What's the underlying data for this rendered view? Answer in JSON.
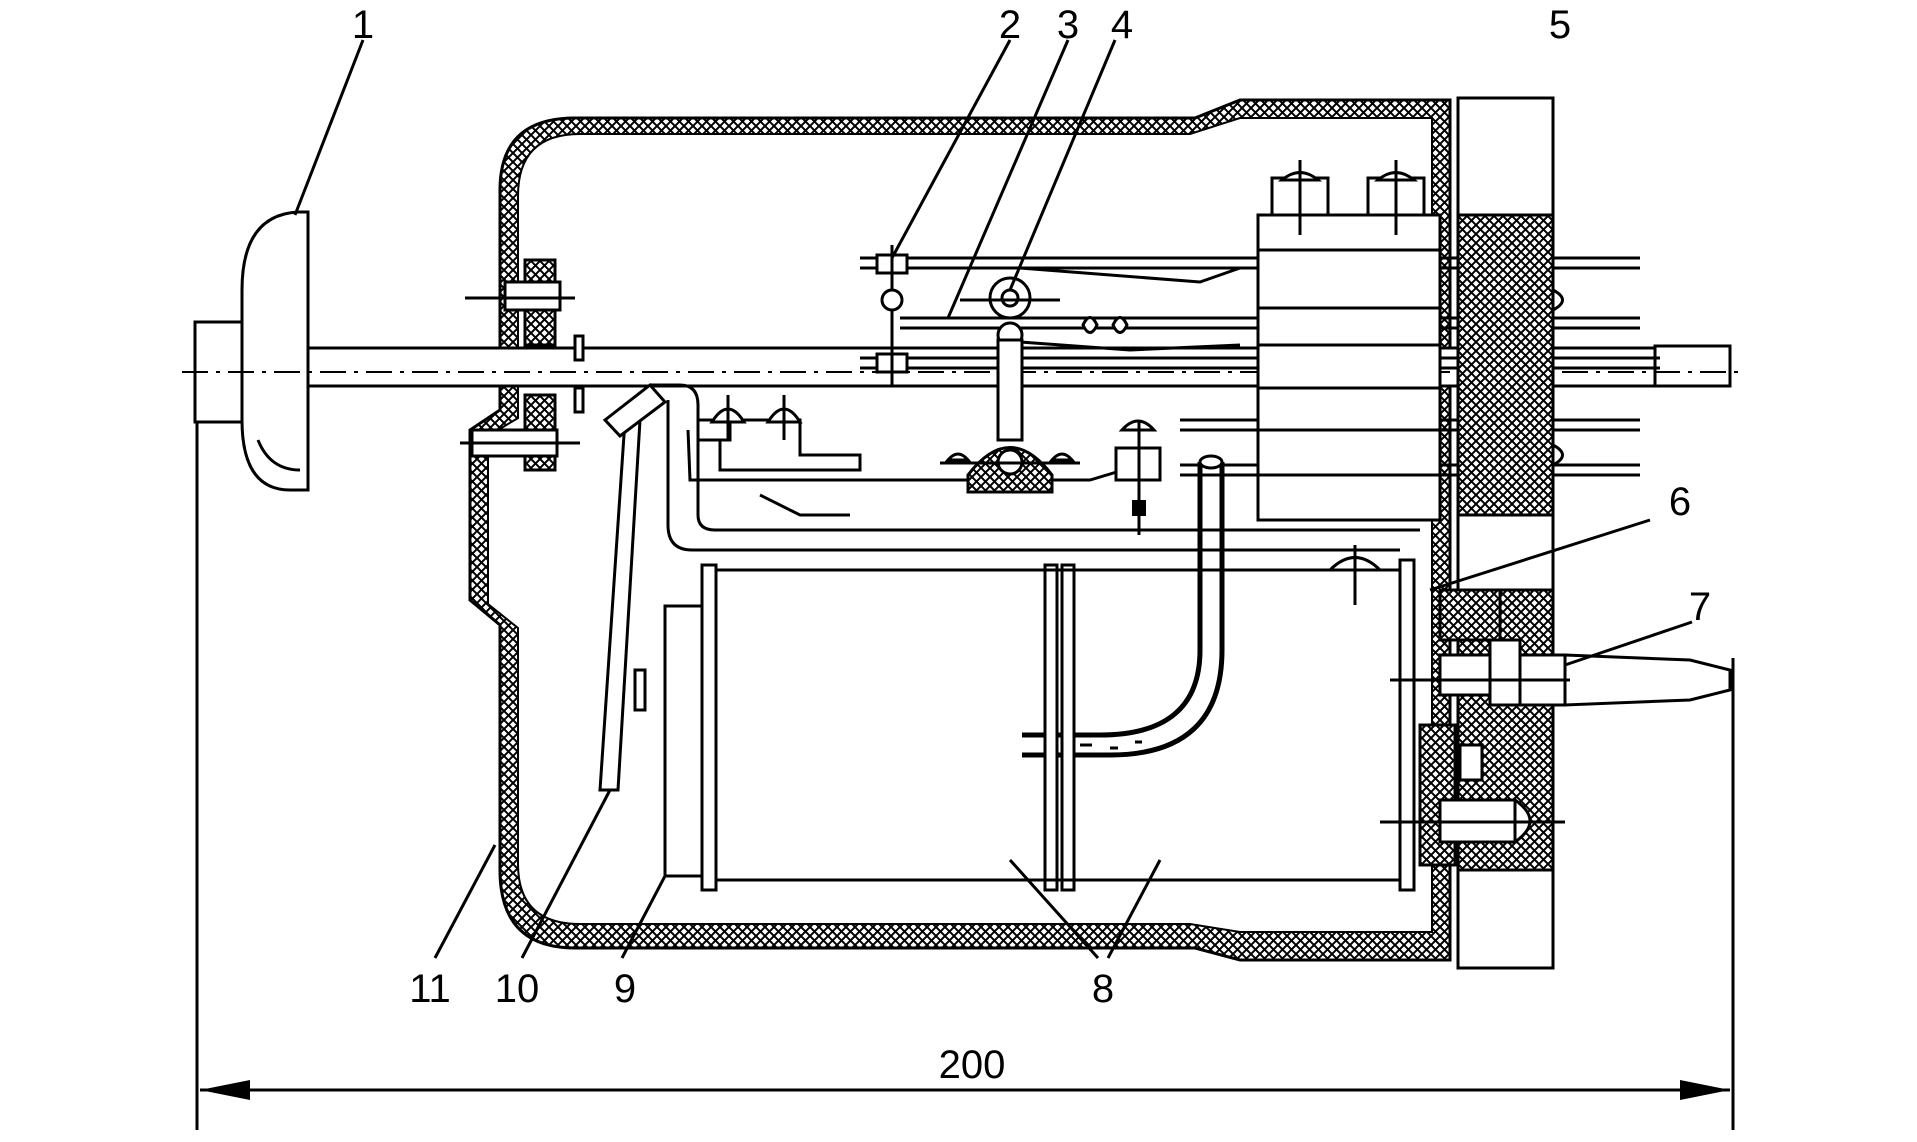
{
  "diagram": {
    "callouts": [
      {
        "id": "1",
        "text": "1"
      },
      {
        "id": "2",
        "text": "2"
      },
      {
        "id": "3",
        "text": "3"
      },
      {
        "id": "4",
        "text": "4"
      },
      {
        "id": "5",
        "text": "5"
      },
      {
        "id": "6",
        "text": "6"
      },
      {
        "id": "7",
        "text": "7"
      },
      {
        "id": "8",
        "text": "8"
      },
      {
        "id": "9",
        "text": "9"
      },
      {
        "id": "10",
        "text": "10"
      },
      {
        "id": "11",
        "text": "11"
      }
    ],
    "dimension": {
      "text": "200"
    },
    "colors": {
      "ink": "#000000",
      "paper": "#ffffff"
    }
  }
}
